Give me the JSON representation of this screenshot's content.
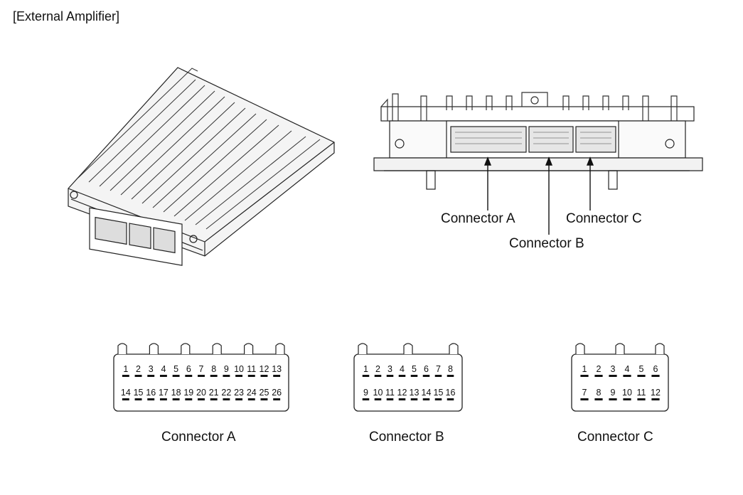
{
  "title": "[External Amplifier]",
  "callouts": {
    "a": "Connector A",
    "b": "Connector B",
    "c": "Connector C"
  },
  "connectors": [
    {
      "caption": "Connector A",
      "top_pins": [
        "1",
        "2",
        "3",
        "4",
        "5",
        "6",
        "7",
        "8",
        "9",
        "10",
        "11",
        "12",
        "13"
      ],
      "bottom_pins": [
        "14",
        "15",
        "16",
        "17",
        "18",
        "19",
        "20",
        "21",
        "22",
        "23",
        "24",
        "25",
        "26"
      ]
    },
    {
      "caption": "Connector B",
      "top_pins": [
        "1",
        "2",
        "3",
        "4",
        "5",
        "6",
        "7",
        "8"
      ],
      "bottom_pins": [
        "9",
        "10",
        "11",
        "12",
        "13",
        "14",
        "15",
        "16"
      ]
    },
    {
      "caption": "Connector C",
      "top_pins": [
        "1",
        "2",
        "3",
        "4",
        "5",
        "6"
      ],
      "bottom_pins": [
        "7",
        "8",
        "9",
        "10",
        "11",
        "12"
      ]
    }
  ]
}
